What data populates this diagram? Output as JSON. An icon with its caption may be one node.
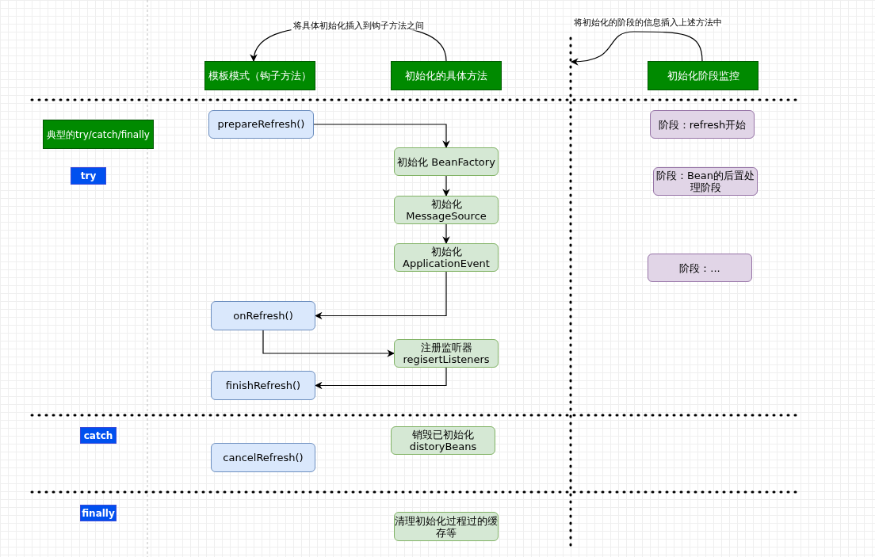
{
  "diagram": {
    "nodes": [
      {
        "text": [
          "模板模式（钩子方法）"
        ]
      },
      {
        "text": [
          "初始化的具体方法"
        ]
      },
      {
        "text": [
          "初始化阶段监控"
        ]
      },
      {
        "text": [
          "典型的try/catch/finally"
        ]
      },
      {
        "text": [
          "try"
        ]
      },
      {
        "text": [
          "prepareRefresh()"
        ]
      },
      {
        "text": [
          "初始化 BeanFactory"
        ]
      },
      {
        "text": [
          "初始化 MessageSource"
        ]
      },
      {
        "text": [
          "初始化 ApplicationEvent"
        ]
      },
      {
        "text": [
          "onRefresh()"
        ]
      },
      {
        "text": [
          "注册监听器 regisertListeners"
        ]
      },
      {
        "text": [
          "finishRefresh()"
        ]
      },
      {
        "text": [
          "阶段：refresh开始"
        ]
      },
      {
        "text": [
          "阶段：Bean的后置处理阶段"
        ]
      },
      {
        "text": [
          "阶段：..."
        ]
      },
      {
        "text": [
          "catch"
        ]
      },
      {
        "text": [
          "cancelRefresh()"
        ]
      },
      {
        "text": [
          "销毁已初始化 distoryBeans"
        ]
      },
      {
        "text": [
          "finally"
        ]
      },
      {
        "text": [
          "清理初始化过程过的缓存等"
        ]
      }
    ],
    "edges": [
      {
        "from": 1,
        "to": 0,
        "arrow": "to",
        "label": "将具体初始化插入到钩子方法之间"
      },
      {
        "from": 2,
        "to": null,
        "arrow": "to",
        "label": "将初始化的阶段的信息插入上述方法中"
      },
      {
        "from": 5,
        "to": 6,
        "arrow": "to"
      },
      {
        "from": 6,
        "to": 7,
        "arrow": "to"
      },
      {
        "from": 7,
        "to": 8,
        "arrow": "to"
      },
      {
        "from": 8,
        "to": 9,
        "arrow": "to"
      },
      {
        "from": 9,
        "to": 10,
        "arrow": "to"
      },
      {
        "from": 10,
        "to": 11,
        "arrow": "to"
      }
    ]
  }
}
